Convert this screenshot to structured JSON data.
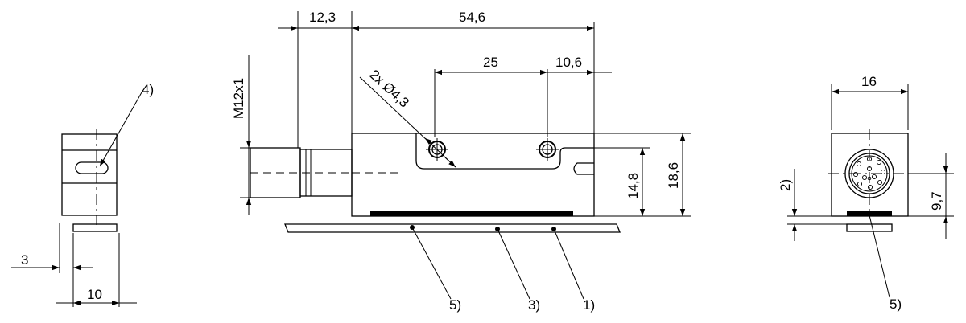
{
  "dimensions": {
    "conn_length": "12,3",
    "body_length": "54,6",
    "hole_spacing": "25",
    "hole_edge": "10,6",
    "thread": "M12x1",
    "holes": "2x Ø4,3",
    "height_inner": "14,8",
    "height_total": "18,6",
    "side_offset": "3",
    "side_width": "10",
    "end_width": "16",
    "end_conn_height": "9,7"
  },
  "notes": {
    "n1": "1)",
    "n2": "2)",
    "n3": "3)",
    "n4": "4)",
    "n5a": "5)",
    "n5b": "5)"
  }
}
